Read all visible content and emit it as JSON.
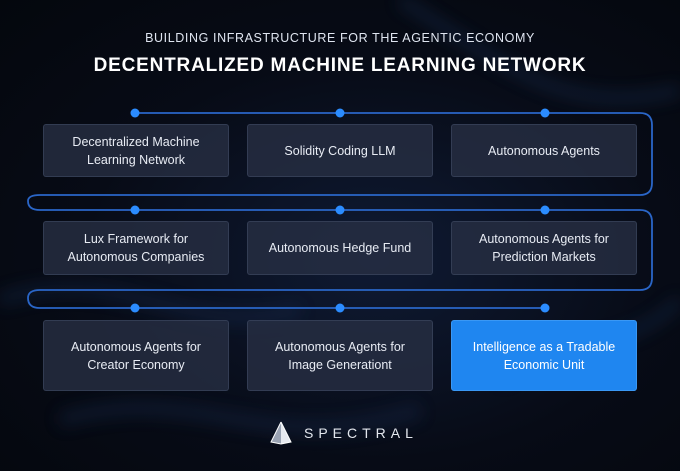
{
  "header": {
    "subtitle": "BUILDING INFRASTRUCTURE FOR THE AGENTIC ECONOMY",
    "title": "DECENTRALIZED MACHINE LEARNING NETWORK"
  },
  "nodes": [
    {
      "label": "Decentralized Machine Learning Network"
    },
    {
      "label": "Solidity Coding LLM"
    },
    {
      "label": "Autonomous Agents"
    },
    {
      "label": "Lux Framework for Autonomous Companies"
    },
    {
      "label": "Autonomous Hedge Fund"
    },
    {
      "label": "Autonomous Agents for Prediction Markets"
    },
    {
      "label": "Autonomous Agents for Creator Economy"
    },
    {
      "label": "Autonomous Agents for Image Generationt"
    },
    {
      "label": "Intelligence as a Tradable Economic Unit",
      "highlighted": true
    }
  ],
  "colors": {
    "accent": "#1f86f0",
    "dot": "#2b8cff",
    "line": "#2a66c8",
    "box": "#283044"
  },
  "logo": {
    "text": "SPECTRAL",
    "icon": "pyramid-icon"
  }
}
